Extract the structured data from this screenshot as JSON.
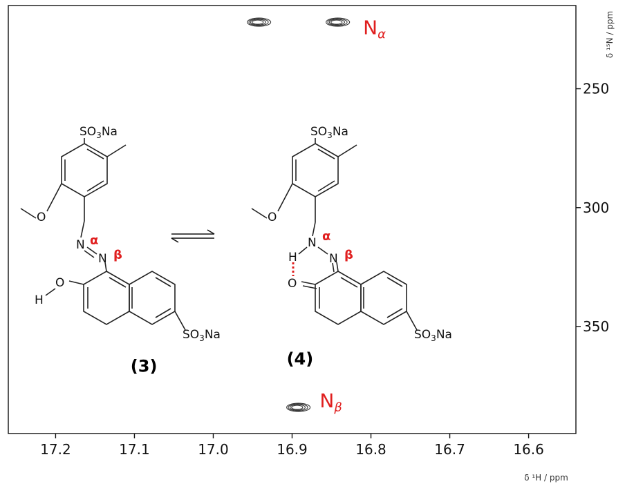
{
  "chart_data": {
    "type": "scatter",
    "subtype": "2D NMR contour plot",
    "title": "",
    "xlabel": "δ ¹H / ppm",
    "ylabel": "δ ¹⁵N / ppm",
    "xlim": [
      17.26,
      16.54
    ],
    "ylim": [
      215,
      395
    ],
    "x_reversed": true,
    "y_reversed": true,
    "x_ticks": [
      17.2,
      17.1,
      17.0,
      16.9,
      16.8,
      16.7,
      16.6
    ],
    "x_tick_labels": [
      "17.2",
      "17.1",
      "17.0",
      "16.9",
      "16.8",
      "16.7",
      "16.6"
    ],
    "y_ticks": [
      250,
      300,
      350
    ],
    "y_tick_labels": [
      "250",
      "300",
      "350"
    ],
    "grid": false,
    "peaks": [
      {
        "x": 16.942,
        "y": 222,
        "label": "Nα"
      },
      {
        "x": 16.842,
        "y": 222,
        "label": "Nα"
      },
      {
        "x": 16.892,
        "y": 384,
        "label": "Nβ"
      }
    ],
    "annotations": {
      "n_alpha": {
        "main": "N",
        "sub": "α",
        "x": 16.81,
        "y": 227
      },
      "n_beta": {
        "main": "N",
        "sub": "β",
        "x": 16.865,
        "y": 384
      },
      "compound_3": {
        "text": "(3)",
        "x": 17.088,
        "y": 369
      },
      "compound_4": {
        "text": "(4)",
        "x": 16.89,
        "y": 366
      }
    }
  },
  "structures": {
    "sulfonate_main": "SO",
    "sulfonate_sub": "3",
    "sulfonate_tail": "Na",
    "alpha": "α",
    "beta": "β",
    "n_atom": "N",
    "o_atom": "O",
    "h_atom": "H"
  },
  "colors": {
    "accent": "#e01f1f",
    "axis": "#111111",
    "contour": "#3a3a3a"
  }
}
